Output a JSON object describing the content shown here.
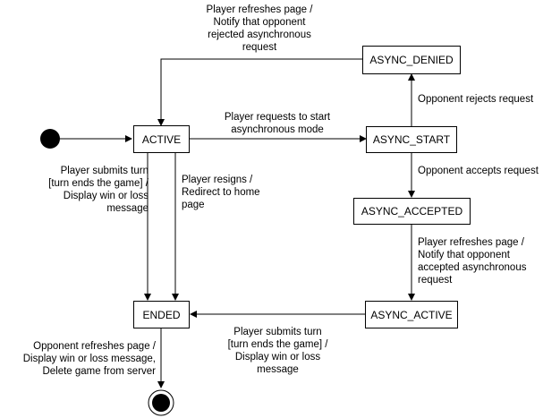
{
  "states": {
    "active": "ACTIVE",
    "async_denied": "ASYNC_DENIED",
    "async_start": "ASYNC_START",
    "async_accepted": "ASYNC_ACCEPTED",
    "async_active": "ASYNC_ACTIVE",
    "ended": "ENDED"
  },
  "transitions": {
    "denied_to_active": [
      "Player refreshes page /",
      "Notify that opponent",
      "rejected asynchronous",
      "request"
    ],
    "active_to_start": [
      "Player requests to start",
      "asynchronous mode"
    ],
    "start_to_denied": [
      "Opponent rejects request"
    ],
    "start_to_accepted": [
      "Opponent accepts request"
    ],
    "accepted_to_async_active": [
      "Player refreshes page /",
      "Notify that opponent",
      "accepted asynchronous",
      "request"
    ],
    "active_submit_to_ended": [
      "Player submits turn",
      "[turn ends the game] /",
      "Display win or loss",
      "message"
    ],
    "active_resign_to_ended": [
      "Player resigns /",
      "Redirect to home",
      "page"
    ],
    "async_active_to_ended": [
      "Player submits turn",
      "[turn ends the game] /",
      "Display win or loss",
      "message"
    ],
    "ended_to_final": [
      "Opponent refreshes page /",
      "Display win or loss message,",
      "Delete game from server"
    ]
  }
}
